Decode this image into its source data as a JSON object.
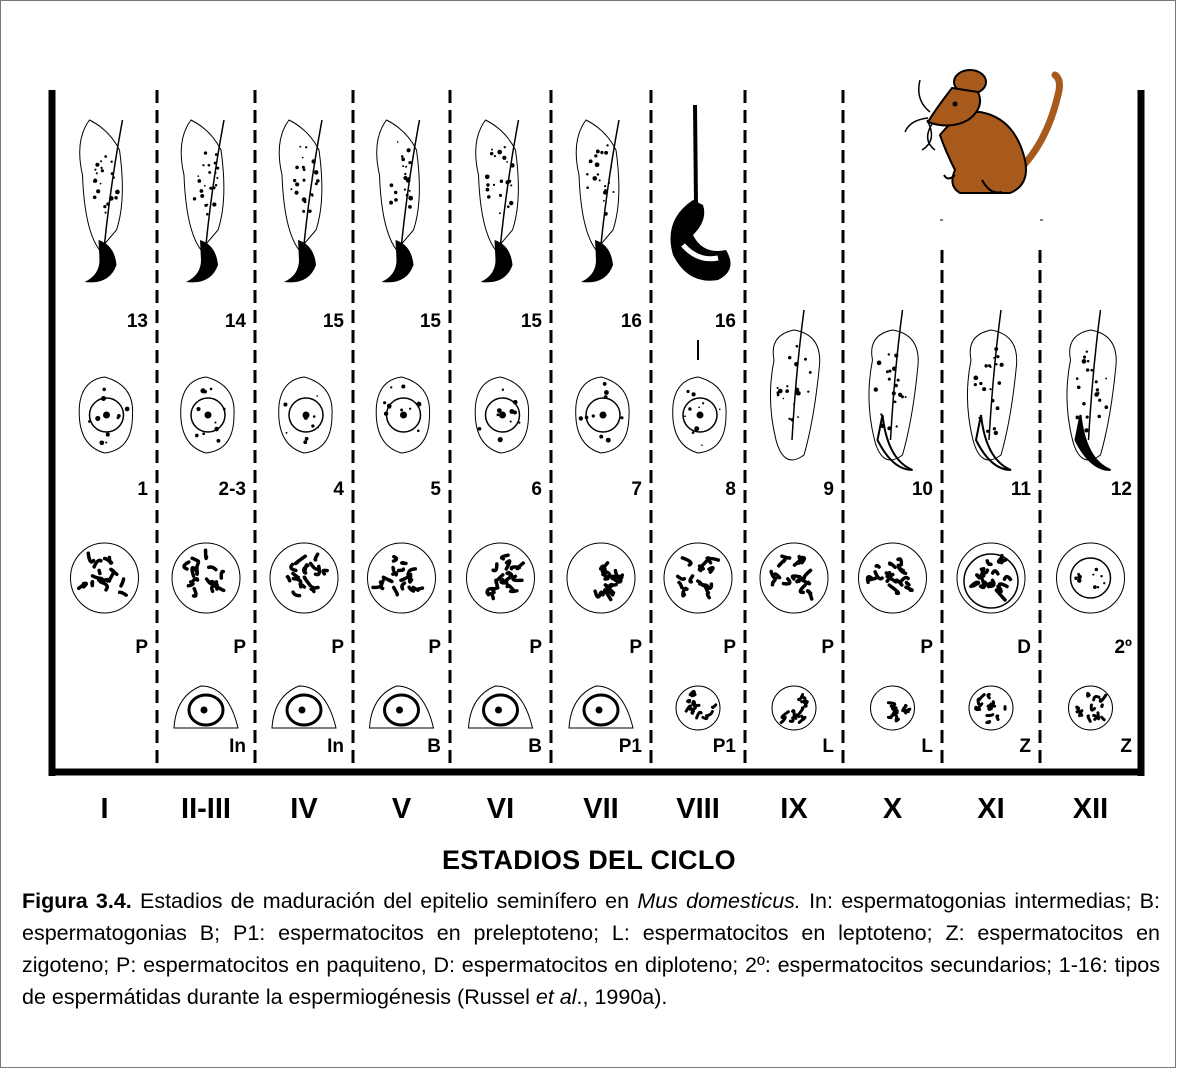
{
  "cell_labels": {
    "spermatid_late": [
      "13",
      "14",
      "15",
      "15",
      "15",
      "16",
      "16"
    ],
    "spermatid_early": [
      "1",
      "2-3",
      "4",
      "5",
      "6",
      "7",
      "8",
      "9",
      "10",
      "11",
      "12"
    ],
    "spermatocyte": [
      "P",
      "P",
      "P",
      "P",
      "P",
      "P",
      "P",
      "P",
      "P",
      "D",
      "2º"
    ],
    "spermatogonia": [
      "",
      "In",
      "In",
      "B",
      "B",
      "P1",
      "P1",
      "L",
      "L",
      "Z",
      "Z"
    ]
  },
  "stages": [
    "I",
    "II-III",
    "IV",
    "V",
    "VI",
    "VII",
    "VIII",
    "IX",
    "X",
    "XI",
    "XII"
  ],
  "axis_title": "ESTADIOS DEL CICLO",
  "caption": {
    "label": "Figura 3.4.",
    "text_1": " Estadios de maduración del epitelio seminífero en ",
    "species": "Mus domesticus.",
    "text_2": " In: espermatogonias intermedias; B: espermatogonias B; P1: espermatocitos en preleptoteno; L: espermatocitos en leptoteno; Z: espermatocitos en zigoteno; P: espermatocitos en paquiteno, D: espermatocitos en diploteno; 2º: espermatocitos secundarios; 1-16: tipos de espermátidas durante la espermiogénesis (Russel ",
    "etal": "et al",
    "text_3": "., 1990a)."
  },
  "colors": {
    "mouse_body": "#a85a1c",
    "ink": "#000000"
  },
  "icons": {
    "mouse": "mouse-icon"
  }
}
